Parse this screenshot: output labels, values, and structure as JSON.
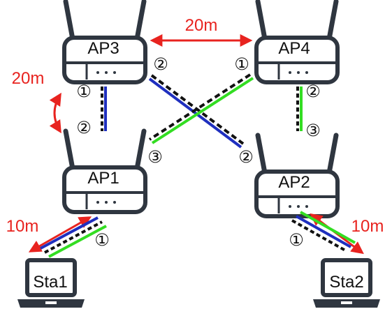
{
  "devices": {
    "ap3": {
      "label": "AP3"
    },
    "ap4": {
      "label": "AP4"
    },
    "ap1": {
      "label": "AP1"
    },
    "ap2": {
      "label": "AP2"
    },
    "sta1": {
      "label": "Sta1"
    },
    "sta2": {
      "label": "Sta2"
    }
  },
  "distances": {
    "ap3_ap4": "20m",
    "ap3_ap1": "20m",
    "ap1_sta1": "10m",
    "ap2_sta2": "10m"
  },
  "channels": {
    "ap3_port_right": "②",
    "ap3_port_left": "①",
    "ap1_port_left": "②",
    "ap1_port_bottom": "③",
    "ap4_port_left": "①",
    "ap4_port_right": "②",
    "ap2_port_top": "③",
    "ap2_port_left": "②",
    "ap1_sta1": "①",
    "ap2_sta2": "①"
  },
  "colors": {
    "device": "#2f3640",
    "distance": "#e8231f",
    "link_blue": "#1f2fbf",
    "link_green": "#33dd22",
    "link_dash": "#111111"
  }
}
